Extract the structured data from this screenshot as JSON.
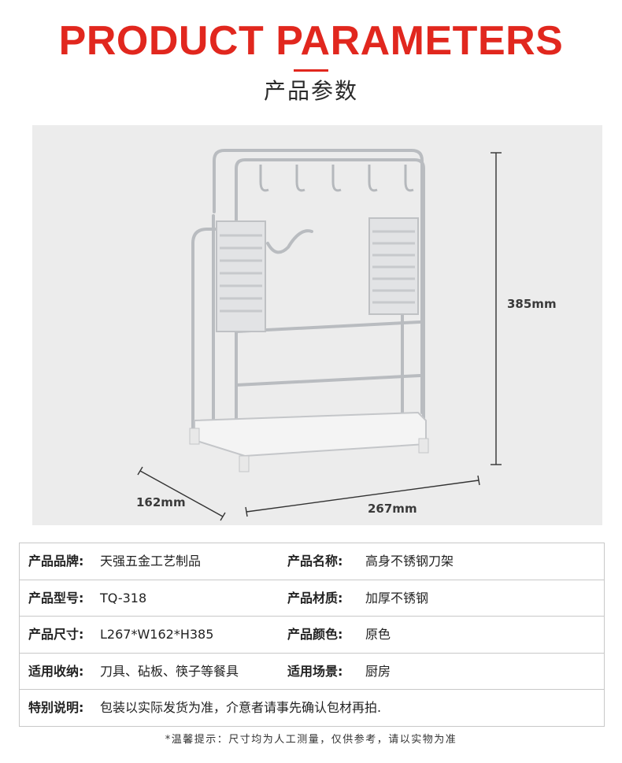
{
  "header": {
    "title_en": "PRODUCT PARAMETERS",
    "title_cn": "产品参数",
    "accent_color": "#e1271e"
  },
  "dimensions": {
    "height": "385mm",
    "width": "162mm",
    "length": "267mm"
  },
  "specs": [
    {
      "left_label": "产品品牌:",
      "left_value": "天强五金工艺制品",
      "right_label": "产品名称:",
      "right_value": "高身不锈钢刀架"
    },
    {
      "left_label": "产品型号:",
      "left_value": "TQ-318",
      "right_label": "产品材质:",
      "right_value": "加厚不锈钢"
    },
    {
      "left_label": "产品尺寸:",
      "left_value": "L267*W162*H385",
      "right_label": "产品颜色:",
      "right_value": "原色"
    },
    {
      "left_label": "适用收纳:",
      "left_value": "刀具、砧板、筷子等餐具",
      "right_label": "适用场景:",
      "right_value": "厨房"
    }
  ],
  "special_note": {
    "label": "特别说明:",
    "value": "包装以实际发货为准，介意者请事先确认包材再拍."
  },
  "footer_note": "*温馨提示：尺寸均为人工测量，仅供参考，请以实物为准"
}
